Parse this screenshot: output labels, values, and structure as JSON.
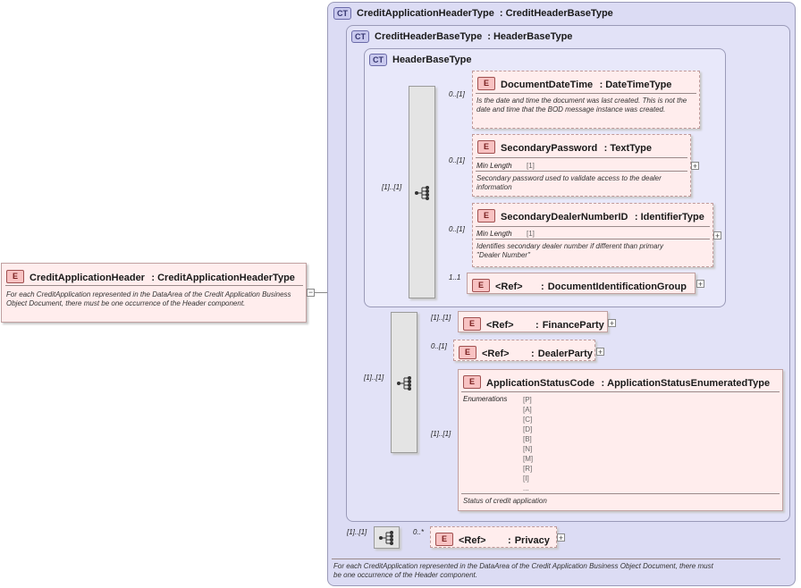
{
  "root": {
    "badge": "E",
    "name": "CreditApplicationHeader",
    "type": "CreditApplicationHeaderType",
    "doc": "For each CreditApplication represented in the DataArea of the Credit Application Business Object Document, there must be one occurrence of the Header component."
  },
  "ct_outer": {
    "badge": "CT",
    "name": "CreditApplicationHeaderType",
    "base": "CreditHeaderBaseType",
    "doc": "For each CreditApplication represented in the DataArea of the Credit Application Business Object Document, there must be one occurrence of the Header component."
  },
  "ct_middle": {
    "badge": "CT",
    "name": "CreditHeaderBaseType",
    "base": "HeaderBaseType"
  },
  "ct_inner": {
    "badge": "CT",
    "name": "HeaderBaseType"
  },
  "seq1": {
    "card": "[1]..[1]"
  },
  "seq2": {
    "card": "[1]..[1]"
  },
  "seq3": {
    "card": "[1]..[1]"
  },
  "elements": {
    "document_date_time": {
      "badge": "E",
      "name": "DocumentDateTime",
      "type": "DateTimeType",
      "card": "0..[1]",
      "doc": "Is the date and time the document was last created. This is not the date and time that the BOD message instance was created."
    },
    "secondary_password": {
      "badge": "E",
      "name": "SecondaryPassword",
      "type": "TextType",
      "card": "0..[1]",
      "facet_label": "Min Length",
      "facet_value": "[1]",
      "doc": "Secondary password used to validate access to the dealer information"
    },
    "secondary_dealer": {
      "badge": "E",
      "name": "SecondaryDealerNumberID",
      "type": "IdentifierType",
      "card": "0..[1]",
      "facet_label": "Min Length",
      "facet_value": "[1]",
      "doc": "Identifies secondary dealer number if different than primary \"Dealer Number\""
    },
    "doc_id_group": {
      "badge": "E",
      "ref": "<Ref>",
      "name": "DocumentIdentificationGroup",
      "card": "1..1"
    },
    "finance_party": {
      "badge": "E",
      "ref": "<Ref>",
      "name": "FinanceParty",
      "card": "[1]..[1]"
    },
    "dealer_party": {
      "badge": "E",
      "ref": "<Ref>",
      "name": "DealerParty",
      "card": "0..[1]"
    },
    "app_status": {
      "badge": "E",
      "name": "ApplicationStatusCode",
      "type": "ApplicationStatusEnumeratedType",
      "card": "[1]..[1]",
      "enum_label": "Enumerations",
      "enums": [
        "[P]",
        "[A]",
        "[C]",
        "[D]",
        "[B]",
        "[N]",
        "[M]",
        "[R]",
        "[I]",
        "..."
      ],
      "doc": "Status of credit application"
    },
    "privacy": {
      "badge": "E",
      "ref": "<Ref>",
      "name": "Privacy",
      "card": "0..*"
    }
  },
  "separator": ":",
  "plus_symbol": "+",
  "minus_symbol": "−",
  "colors": {
    "element_fill": "#ffeded",
    "element_badge": "#f8c2c2",
    "complex_type_fill": "#dcdcf4",
    "sequence_fill": "#e4e4e4"
  }
}
